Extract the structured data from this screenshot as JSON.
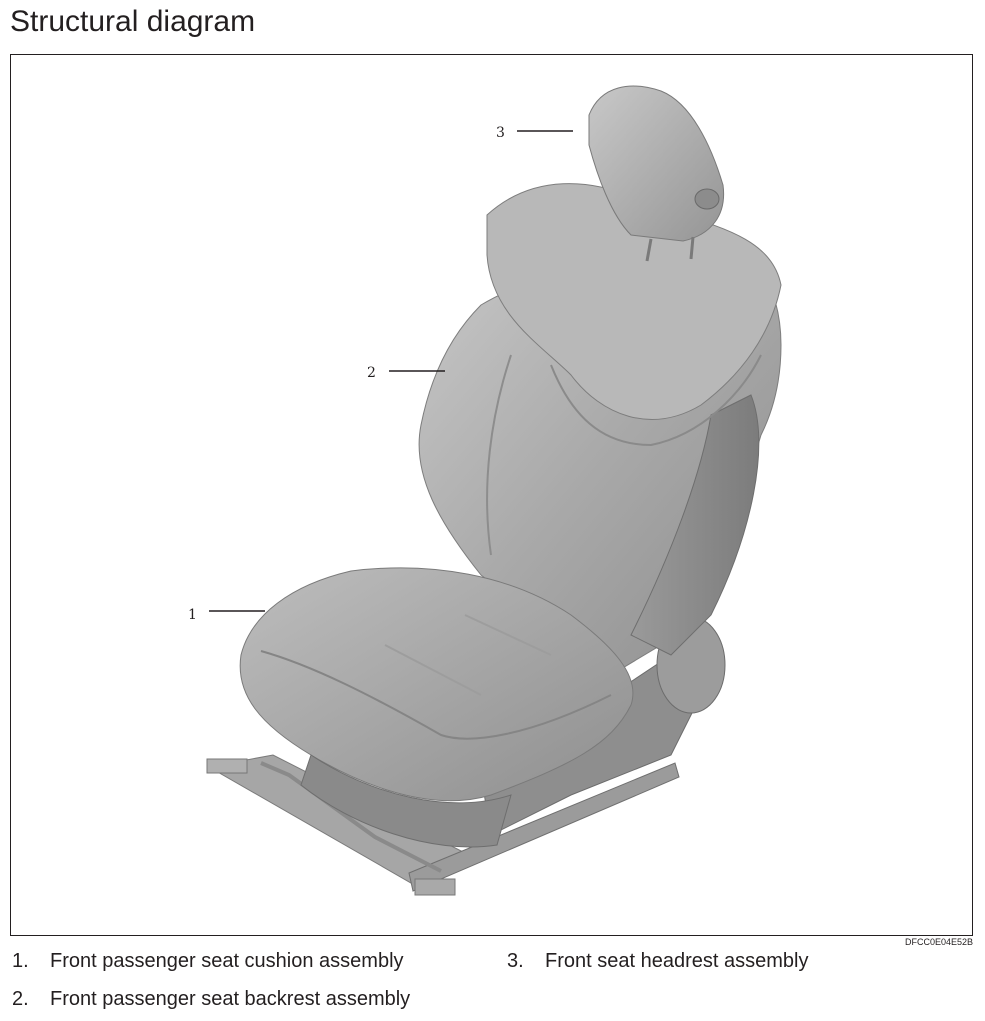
{
  "page": {
    "title": "Structural diagram"
  },
  "figure": {
    "figure_id": "DFCC0E04E52B",
    "callouts": [
      {
        "number": "1",
        "target": "seat-cushion"
      },
      {
        "number": "2",
        "target": "seat-backrest"
      },
      {
        "number": "3",
        "target": "headrest"
      }
    ]
  },
  "legend": [
    {
      "number": "1.",
      "label": "Front passenger seat cushion assembly"
    },
    {
      "number": "2.",
      "label": "Front passenger seat backrest assembly"
    },
    {
      "number": "3.",
      "label": "Front seat headrest assembly"
    }
  ]
}
